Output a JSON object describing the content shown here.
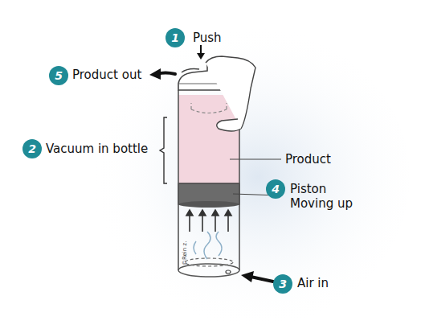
{
  "diagram": {
    "nodes": [
      {
        "text": [
          "1"
        ]
      },
      {
        "text": [
          "5"
        ]
      },
      {
        "text": [
          "2"
        ]
      },
      {
        "text": [
          "4"
        ]
      },
      {
        "text": [
          "3"
        ]
      }
    ],
    "labels": [
      "Push",
      "Product out",
      "Vacuum in bottle",
      "Product",
      "Piston Moving up",
      "Air in",
      "©Rein z."
    ]
  }
}
